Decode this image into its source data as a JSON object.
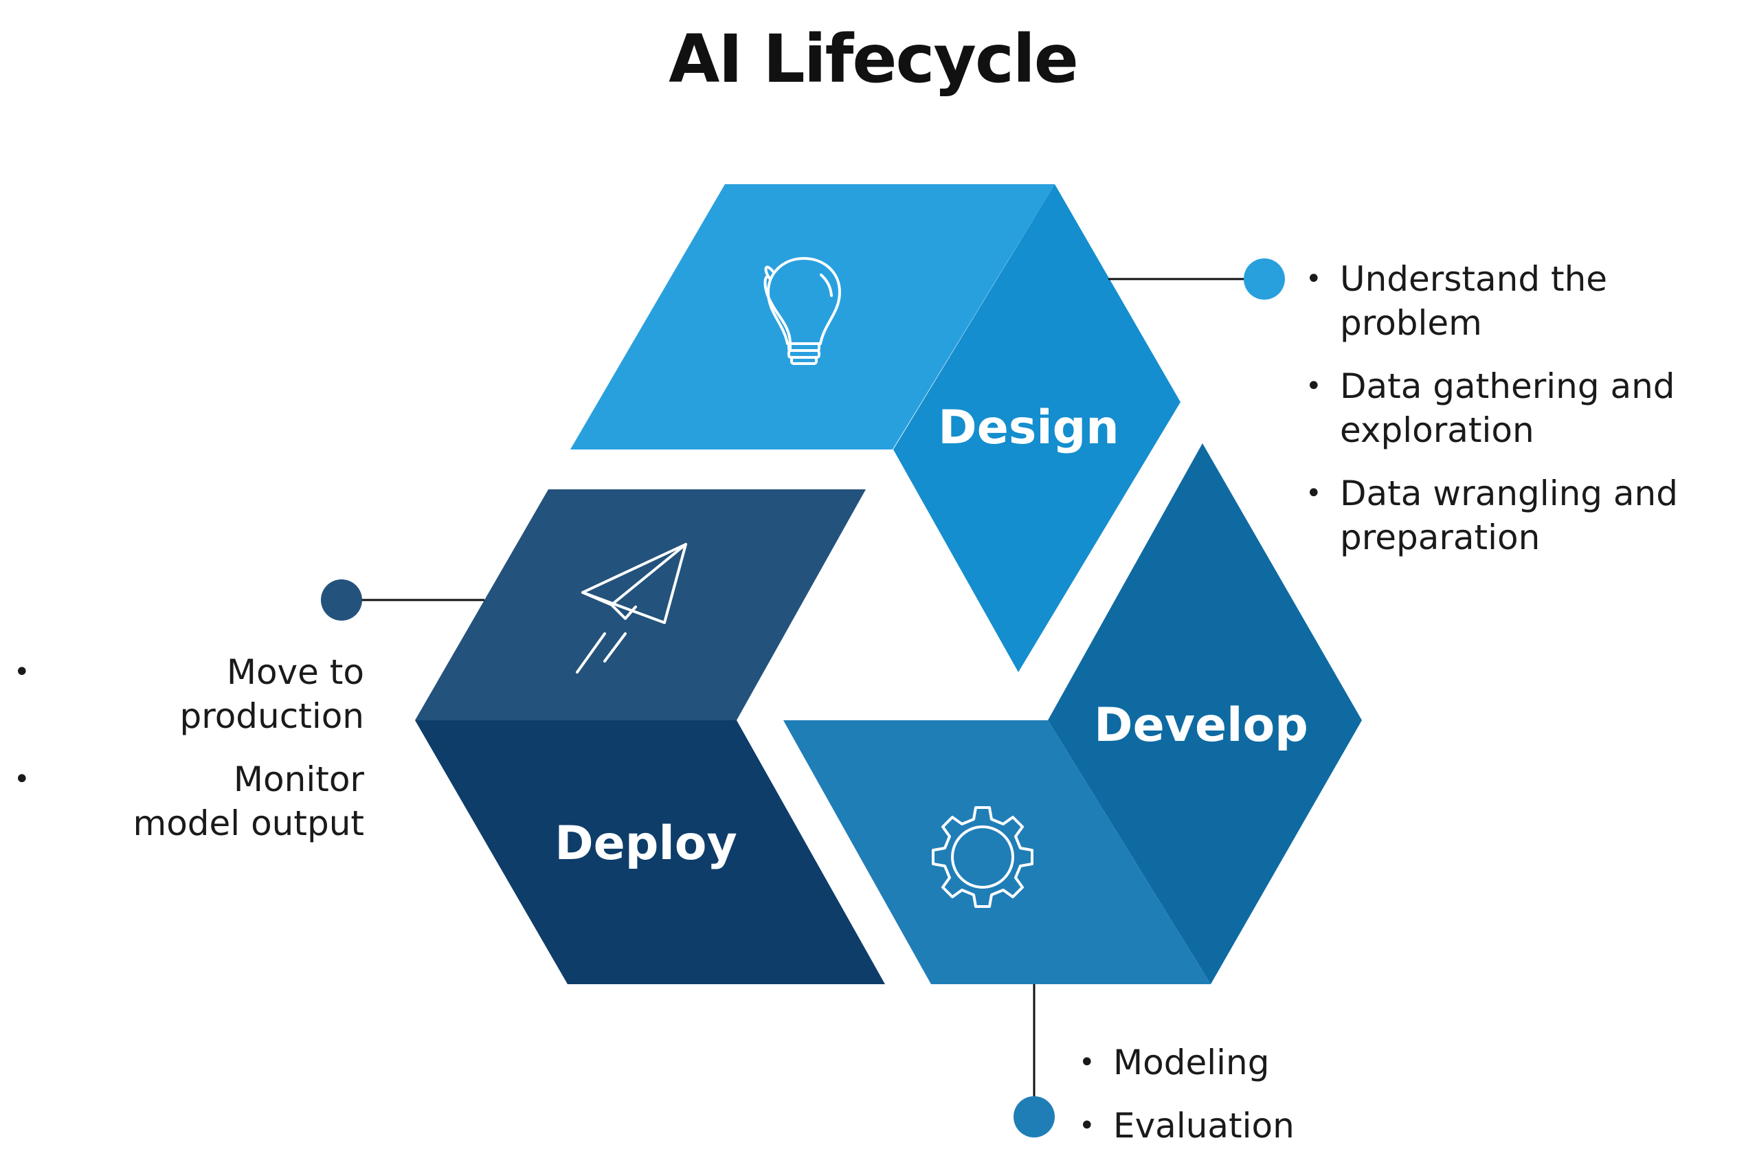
{
  "title": "AI Lifecycle",
  "colors": {
    "design_light": "#29A0DE",
    "design_dark": "#148ECE",
    "develop_dark": "#0F6AA2",
    "develop_light": "#207EB7",
    "deploy_light": "#23527C",
    "deploy_dark": "#0E3D69",
    "dot_design": "#29A0DE",
    "dot_develop": "#207EB7",
    "dot_deploy": "#23527C"
  },
  "stages": {
    "design": {
      "label": "Design",
      "icon": "lightbulb-icon",
      "bullets": [
        "Understand the problem",
        "Data gathering and exploration",
        "Data wrangling and preparation"
      ]
    },
    "develop": {
      "label": "Develop",
      "icon": "gear-icon",
      "bullets": [
        "Modeling",
        "Evaluation"
      ]
    },
    "deploy": {
      "label": "Deploy",
      "icon": "paper-plane-icon",
      "bullets": [
        "Move to production",
        "Monitor model output"
      ]
    }
  }
}
